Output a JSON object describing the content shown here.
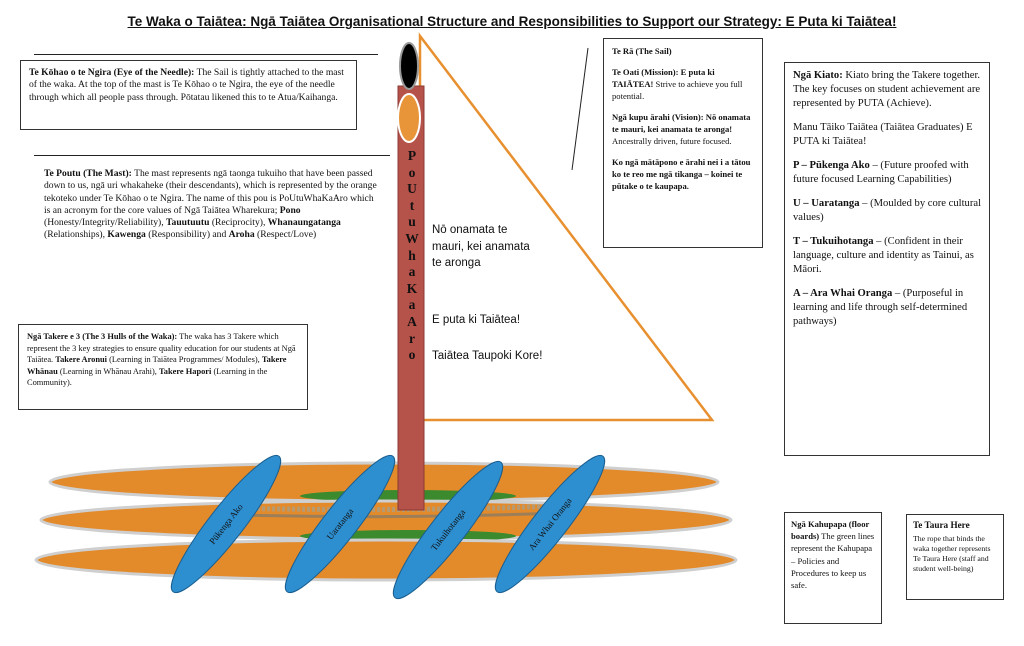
{
  "title": "Te Waka o Taiātea:  Ngā Taiātea Organisational Structure and Responsibilities to Support our Strategy: E Puta ki Taiātea!",
  "eye": {
    "heading": "Te Kōhao o te Ngira (Eye of the Needle):",
    "text": " The Sail is tightly attached to the mast of the waka.  At the top of the mast is Te Kōhao o te Ngira, the eye of the needle through which all people pass through.  Pōtatau likened this to te Atua/Kaihanga."
  },
  "mast": {
    "heading": "Te Poutu (The Mast):",
    "text1": " The mast represents ngā taonga tukuiho that have been passed down to us, ngā uri whakaheke (their descendants), which is represented by the orange tekoteko under Te Kōhao o te Ngira. The name of this pou is PoUtuWhaKaAro which is an acronym for the core values of Ngā Taiātea Wharekura; ",
    "v1": "Pono",
    "v1d": " (Honesty/Integrity/Reliability), ",
    "v2": "Tauutuutu",
    "v2d": " (Reciprocity), ",
    "v3": "Whanaungatanga",
    "v3d": " (Relationships), ",
    "v4": "Kawenga",
    "v4d": " (Responsibility) and ",
    "v5": "Aroha",
    "v5d": " (Respect/Love)",
    "letters": [
      "P",
      "o",
      "U",
      "t",
      "u",
      "W",
      "h",
      "a",
      "K",
      "a",
      "A",
      "r",
      "o"
    ]
  },
  "hulls": {
    "heading": "Ngā Takere e 3 (The 3 Hulls of the Waka):",
    "text1": "  The waka has 3 Takere which represent the 3 key strategies to ensure quality education for our students at Ngā Taiātea.  ",
    "h1": "Takere Aronui",
    "h1d": " (Learning in Taiātea Programmes/ Modules), ",
    "h2": "Takere Whānau",
    "h2d": " (Learning in Whānau Arahi), ",
    "h3": "Takere Hapori",
    "h3d": " (Learning in the Community)."
  },
  "sail": {
    "heading": "Te Rā (The Sail)",
    "mission_h": "Te Oati (Mission): E puta ki TAIĀTEA!",
    "mission_t": " Strive to achieve you full potential.",
    "vision_h": "Ngā kupu ārahi (Vision): Nō onamata te mauri, kei anamata te aronga!",
    "vision_t": " Ancestrally driven, future focused.",
    "closing": "Ko ngā mātāpono e ārahi nei i a tātou ko te reo me ngā tikanga – koinei te pūtake o te kaupapa.",
    "in_line1": "Nō onamata te",
    "in_line2": "mauri, kei anamata",
    "in_line3": "te aronga",
    "in_line4": "E puta ki Taiātea!",
    "in_line5": "Taiātea Taupoki Kore!"
  },
  "kiato": {
    "heading": "Ngā Kiato:",
    "text": " Kiato bring the Takere together. The key focuses on student achievement are represented by PUTA (Achieve).",
    "grad": "Manu Tāiko Taiātea (Taiātea Graduates) E PUTA ki Taiātea!",
    "p_h": "P – Pūkenga Ako",
    "p_t": " – (Future proofed with future focused Learning Capabilities)",
    "u_h": "U – Uaratanga",
    "u_t": " – (Moulded by core cultural values)",
    "t_h": "T – Tukuihotanga",
    "t_t": " – (Confident in their language, culture and identity as Tainui, as Māori.",
    "a_h": "A – Ara Whai Oranga",
    "a_t": " – (Purposeful in learning and life through self-determined pathways)"
  },
  "kahupapa": {
    "heading": "Ngā Kahupapa (floor boards)",
    "text": " The green lines represent the Kahupapa – Policies and Procedures to keep us safe."
  },
  "taura": {
    "heading": "Te Taura Here",
    "text": "The rope that binds the waka together represents Te Taura Here (staff and student well-being)"
  },
  "paddles": [
    "Pūkenga Ako",
    "Uaratanga",
    "Tukuihotanga",
    "Ara Whai Oranga"
  ],
  "colors": {
    "hull_orange": "#E38A2B",
    "hull_outline": "#C9C9C9",
    "floor_green": "#3C8A2E",
    "paddle_blue": "#2E8FD0",
    "mast_red": "#B5524A",
    "sail_orange": "#E8902F",
    "eye_black": "#000000",
    "tekoteko_orange": "#E8953A",
    "rope": "#B89A70"
  }
}
